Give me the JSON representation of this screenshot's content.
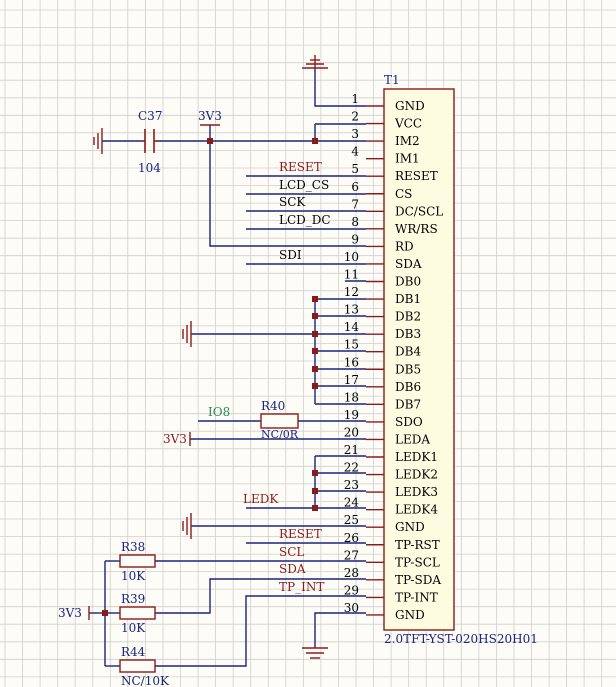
{
  "component": {
    "ref": "T1",
    "part": "2.0TFT-YST-020HS20H01",
    "pins": [
      {
        "num": "1",
        "name": "GND"
      },
      {
        "num": "2",
        "name": "VCC"
      },
      {
        "num": "3",
        "name": "IM2"
      },
      {
        "num": "4",
        "name": "IM1"
      },
      {
        "num": "5",
        "name": "RESET"
      },
      {
        "num": "6",
        "name": "CS"
      },
      {
        "num": "7",
        "name": "DC/SCL"
      },
      {
        "num": "8",
        "name": "WR/RS"
      },
      {
        "num": "9",
        "name": "RD"
      },
      {
        "num": "10",
        "name": "SDA"
      },
      {
        "num": "11",
        "name": "DB0"
      },
      {
        "num": "12",
        "name": "DB1"
      },
      {
        "num": "13",
        "name": "DB2"
      },
      {
        "num": "14",
        "name": "DB3"
      },
      {
        "num": "15",
        "name": "DB4"
      },
      {
        "num": "16",
        "name": "DB5"
      },
      {
        "num": "17",
        "name": "DB6"
      },
      {
        "num": "18",
        "name": "DB7"
      },
      {
        "num": "19",
        "name": "SDO"
      },
      {
        "num": "20",
        "name": "LEDA"
      },
      {
        "num": "21",
        "name": "LEDK1"
      },
      {
        "num": "22",
        "name": "LEDK2"
      },
      {
        "num": "23",
        "name": "LEDK3"
      },
      {
        "num": "24",
        "name": "LEDK4"
      },
      {
        "num": "25",
        "name": "GND"
      },
      {
        "num": "26",
        "name": "TP-RST"
      },
      {
        "num": "27",
        "name": "TP-SCL"
      },
      {
        "num": "28",
        "name": "TP-SDA"
      },
      {
        "num": "29",
        "name": "TP-INT"
      },
      {
        "num": "30",
        "name": "GND"
      }
    ]
  },
  "net_labels": {
    "reset": "RESET",
    "lcd_cs": "LCD_CS",
    "sck": "SCK",
    "lcd_dc": "LCD_DC",
    "sdi": "SDI",
    "ledk": "LEDK",
    "tp_reset": "RESET",
    "tp_scl": "SCL",
    "tp_sda": "SDA",
    "tp_int": "TP_INT"
  },
  "c37": {
    "ref": "C37",
    "value": "104",
    "rail": "3V3"
  },
  "r40": {
    "ref": "R40",
    "value": "NC/0R",
    "net": "IO8",
    "rail": "3V3"
  },
  "r38": {
    "ref": "R38",
    "value": "10K"
  },
  "r39": {
    "ref": "R39",
    "value": "10K"
  },
  "r44": {
    "ref": "R44",
    "value": "NC/10K"
  },
  "pullup_rail": "3V3",
  "colors": {
    "background": "#fdfcf6",
    "grid": "#cfcfcf",
    "wire": "#1a237e",
    "component": "#8b1a1a",
    "pin_text": "#000000",
    "designator": "#1a237e",
    "net_label": "#8b1a1a",
    "io_label": "#2e8b57",
    "junction": "#8b1a1a"
  }
}
